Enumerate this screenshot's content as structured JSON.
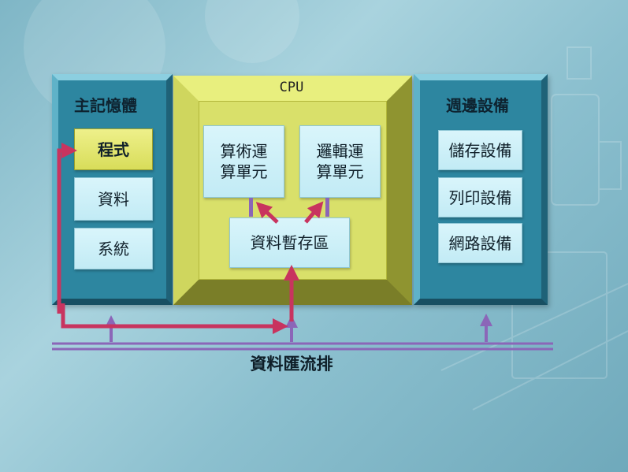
{
  "memory": {
    "title": "主記憶體",
    "items": [
      "程式",
      "資料",
      "系統"
    ]
  },
  "cpu": {
    "label": "CPU",
    "alu": "算術運\n算單元",
    "lu": "邏輯運\n算單元",
    "register": "資料暫存區"
  },
  "peripherals": {
    "title": "週邊設備",
    "items": [
      "儲存設備",
      "列印設備",
      "網路設備"
    ]
  },
  "bus": {
    "label": "資料匯流排"
  },
  "colors": {
    "frame_blue": "#2d86a0",
    "cpu_yellow": "#b3b83b",
    "arrow_red": "#c8345f",
    "bus_purple": "#8b66b8"
  }
}
